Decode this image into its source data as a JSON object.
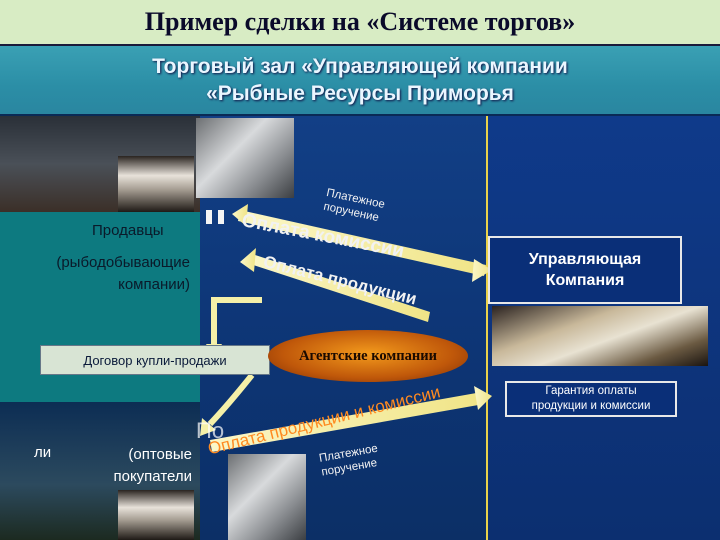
{
  "title": "Пример сделки   на «Системе торгов»",
  "banner": {
    "line1": "Торговый зал «Управляющей компании",
    "line2": "«Рыбные Ресурсы Приморья"
  },
  "sellers": {
    "title": "Продавцы",
    "subtitle_line1": "(рыбодобывающие",
    "subtitle_line2": "компании)"
  },
  "buyers": {
    "prefix": "ли",
    "subtitle_line1": "(оптовые",
    "subtitle_line2": "покупатели",
    "overflow_text": "По"
  },
  "contract_label": "Договор купли-продажи",
  "agent_label": "Агентские компании",
  "management": {
    "line1": "Управляющая",
    "line2": "Компания"
  },
  "guarantee": {
    "line1": "Гарантия оплаты",
    "line2": "продукции и комиссии"
  },
  "arrows": {
    "commission": "Оплата комиссии",
    "product_payment": "Оплата продукции",
    "payment_order_top_line1": "Платежное",
    "payment_order_top_line2": "поручение",
    "buyer_payment": "Оплата продукции и комиссии",
    "payment_order_bottom_line1": "Платежное",
    "payment_order_bottom_line2": "поручение"
  },
  "colors": {
    "arrow_fill": "#f5f0a8",
    "accent_yellow": "#e9d24a",
    "seller_panel": "#0d7a80",
    "center_panel": "#123f86",
    "agent_orange": "#f39a1c"
  }
}
